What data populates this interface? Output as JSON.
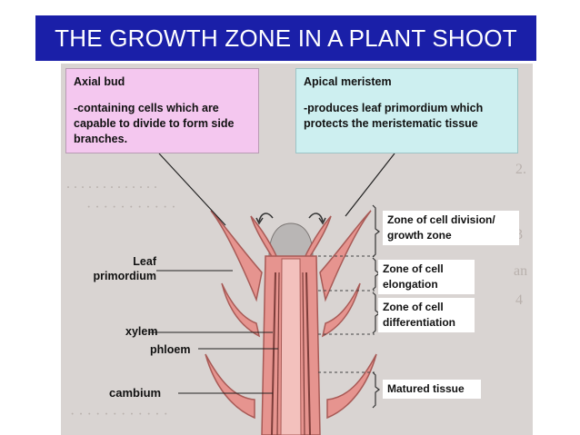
{
  "title": "THE GROWTH ZONE IN A PLANT SHOOT",
  "axial_bud": {
    "heading": "Axial bud",
    "description": "-containing cells which are capable to divide to form side branches."
  },
  "apical_meristem": {
    "heading": "Apical meristem",
    "description": "-produces leaf primordium which protects the meristematic tissue"
  },
  "zones": {
    "division": "Zone of cell division/ growth zone",
    "elongation": "Zone of cell elongation",
    "differentiation": "Zone of  cell differentiation",
    "matured": "Matured tissue"
  },
  "labels": {
    "leaf_primordium": "Leaf primordium",
    "xylem": "xylem",
    "phloem": "phloem",
    "cambium": "cambium"
  },
  "colors": {
    "title_bg": "#1a1fa8",
    "tissue": "#e6948f",
    "tissue_outline": "#a85a56",
    "pink_box": "#f4c7ef",
    "cyan_box": "#cdeff0"
  }
}
